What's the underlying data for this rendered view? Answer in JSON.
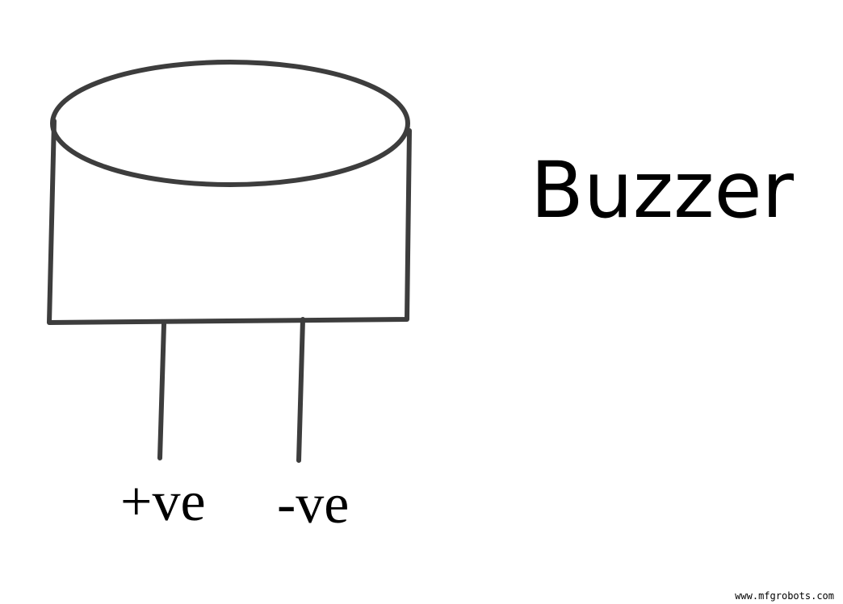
{
  "diagram": {
    "title": "Buzzer",
    "pins": [
      {
        "label": "+ve"
      },
      {
        "label": "-ve"
      }
    ],
    "watermark": "www.mfgrobots.com",
    "colors": {
      "background": "#ffffff",
      "stroke": "#3d3d3d",
      "text": "#000000"
    }
  }
}
